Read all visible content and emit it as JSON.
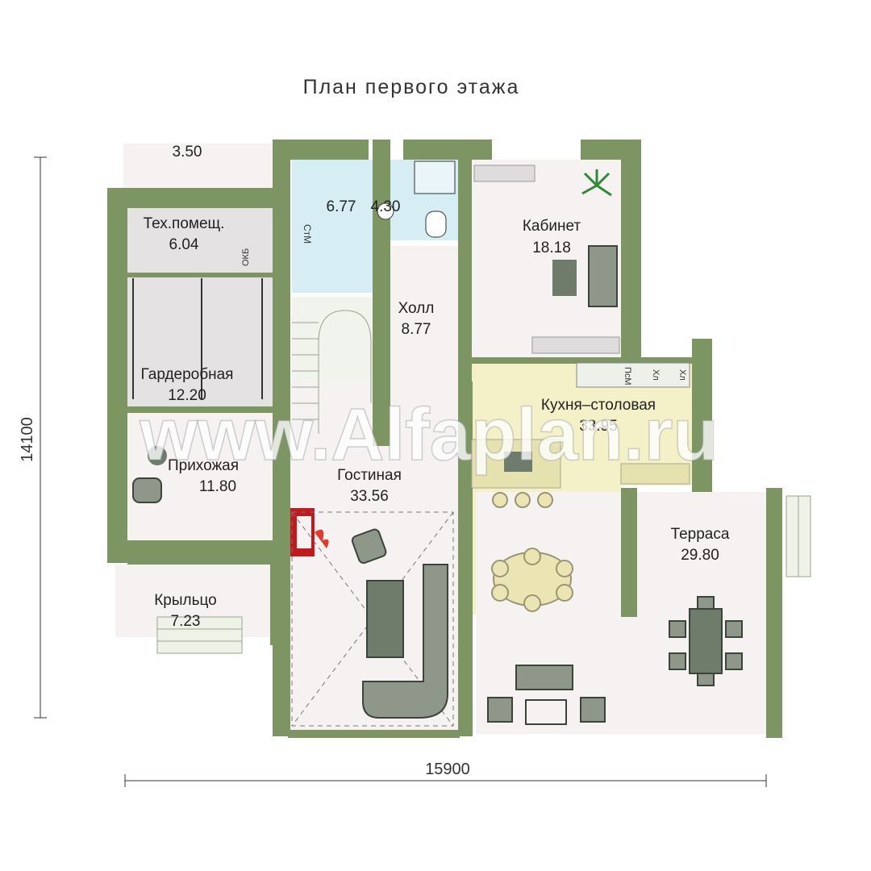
{
  "title": "План первого этажа",
  "dimensions": {
    "width": "15900",
    "height": "14100"
  },
  "watermark": "www.Alfaplan.ru",
  "rooms": [
    {
      "name": "",
      "area": "3.50"
    },
    {
      "name": "Тех.помещ.",
      "area": "6.04"
    },
    {
      "name": "",
      "area": "6.77"
    },
    {
      "name": "",
      "area": "4.30"
    },
    {
      "name": "Кабинет",
      "area": "18.18"
    },
    {
      "name": "Холл",
      "area": "8.77"
    },
    {
      "name": "Гардеробная",
      "area": "12.20"
    },
    {
      "name": "Прихожая",
      "area": "11.80"
    },
    {
      "name": "Гостиная",
      "area": "33.56"
    },
    {
      "name": "Кухня–столовая",
      "area": "33.95"
    },
    {
      "name": "Терраса",
      "area": "29.80"
    },
    {
      "name": "Крыльцо",
      "area": "7.23"
    }
  ],
  "fixture_labels": {
    "washer": "СтМ",
    "boiler": "ОКБ",
    "fridge1": "Хл",
    "fridge2": "Хл",
    "dishwasher": "ПсМ"
  },
  "colors": {
    "wall": "#7d9463",
    "kitchen": "#f4f1c8",
    "bath": "#d7edf4",
    "room": "#f5f2f1",
    "tech": "#e4e2e2",
    "furniture": "#6f7c6c"
  }
}
